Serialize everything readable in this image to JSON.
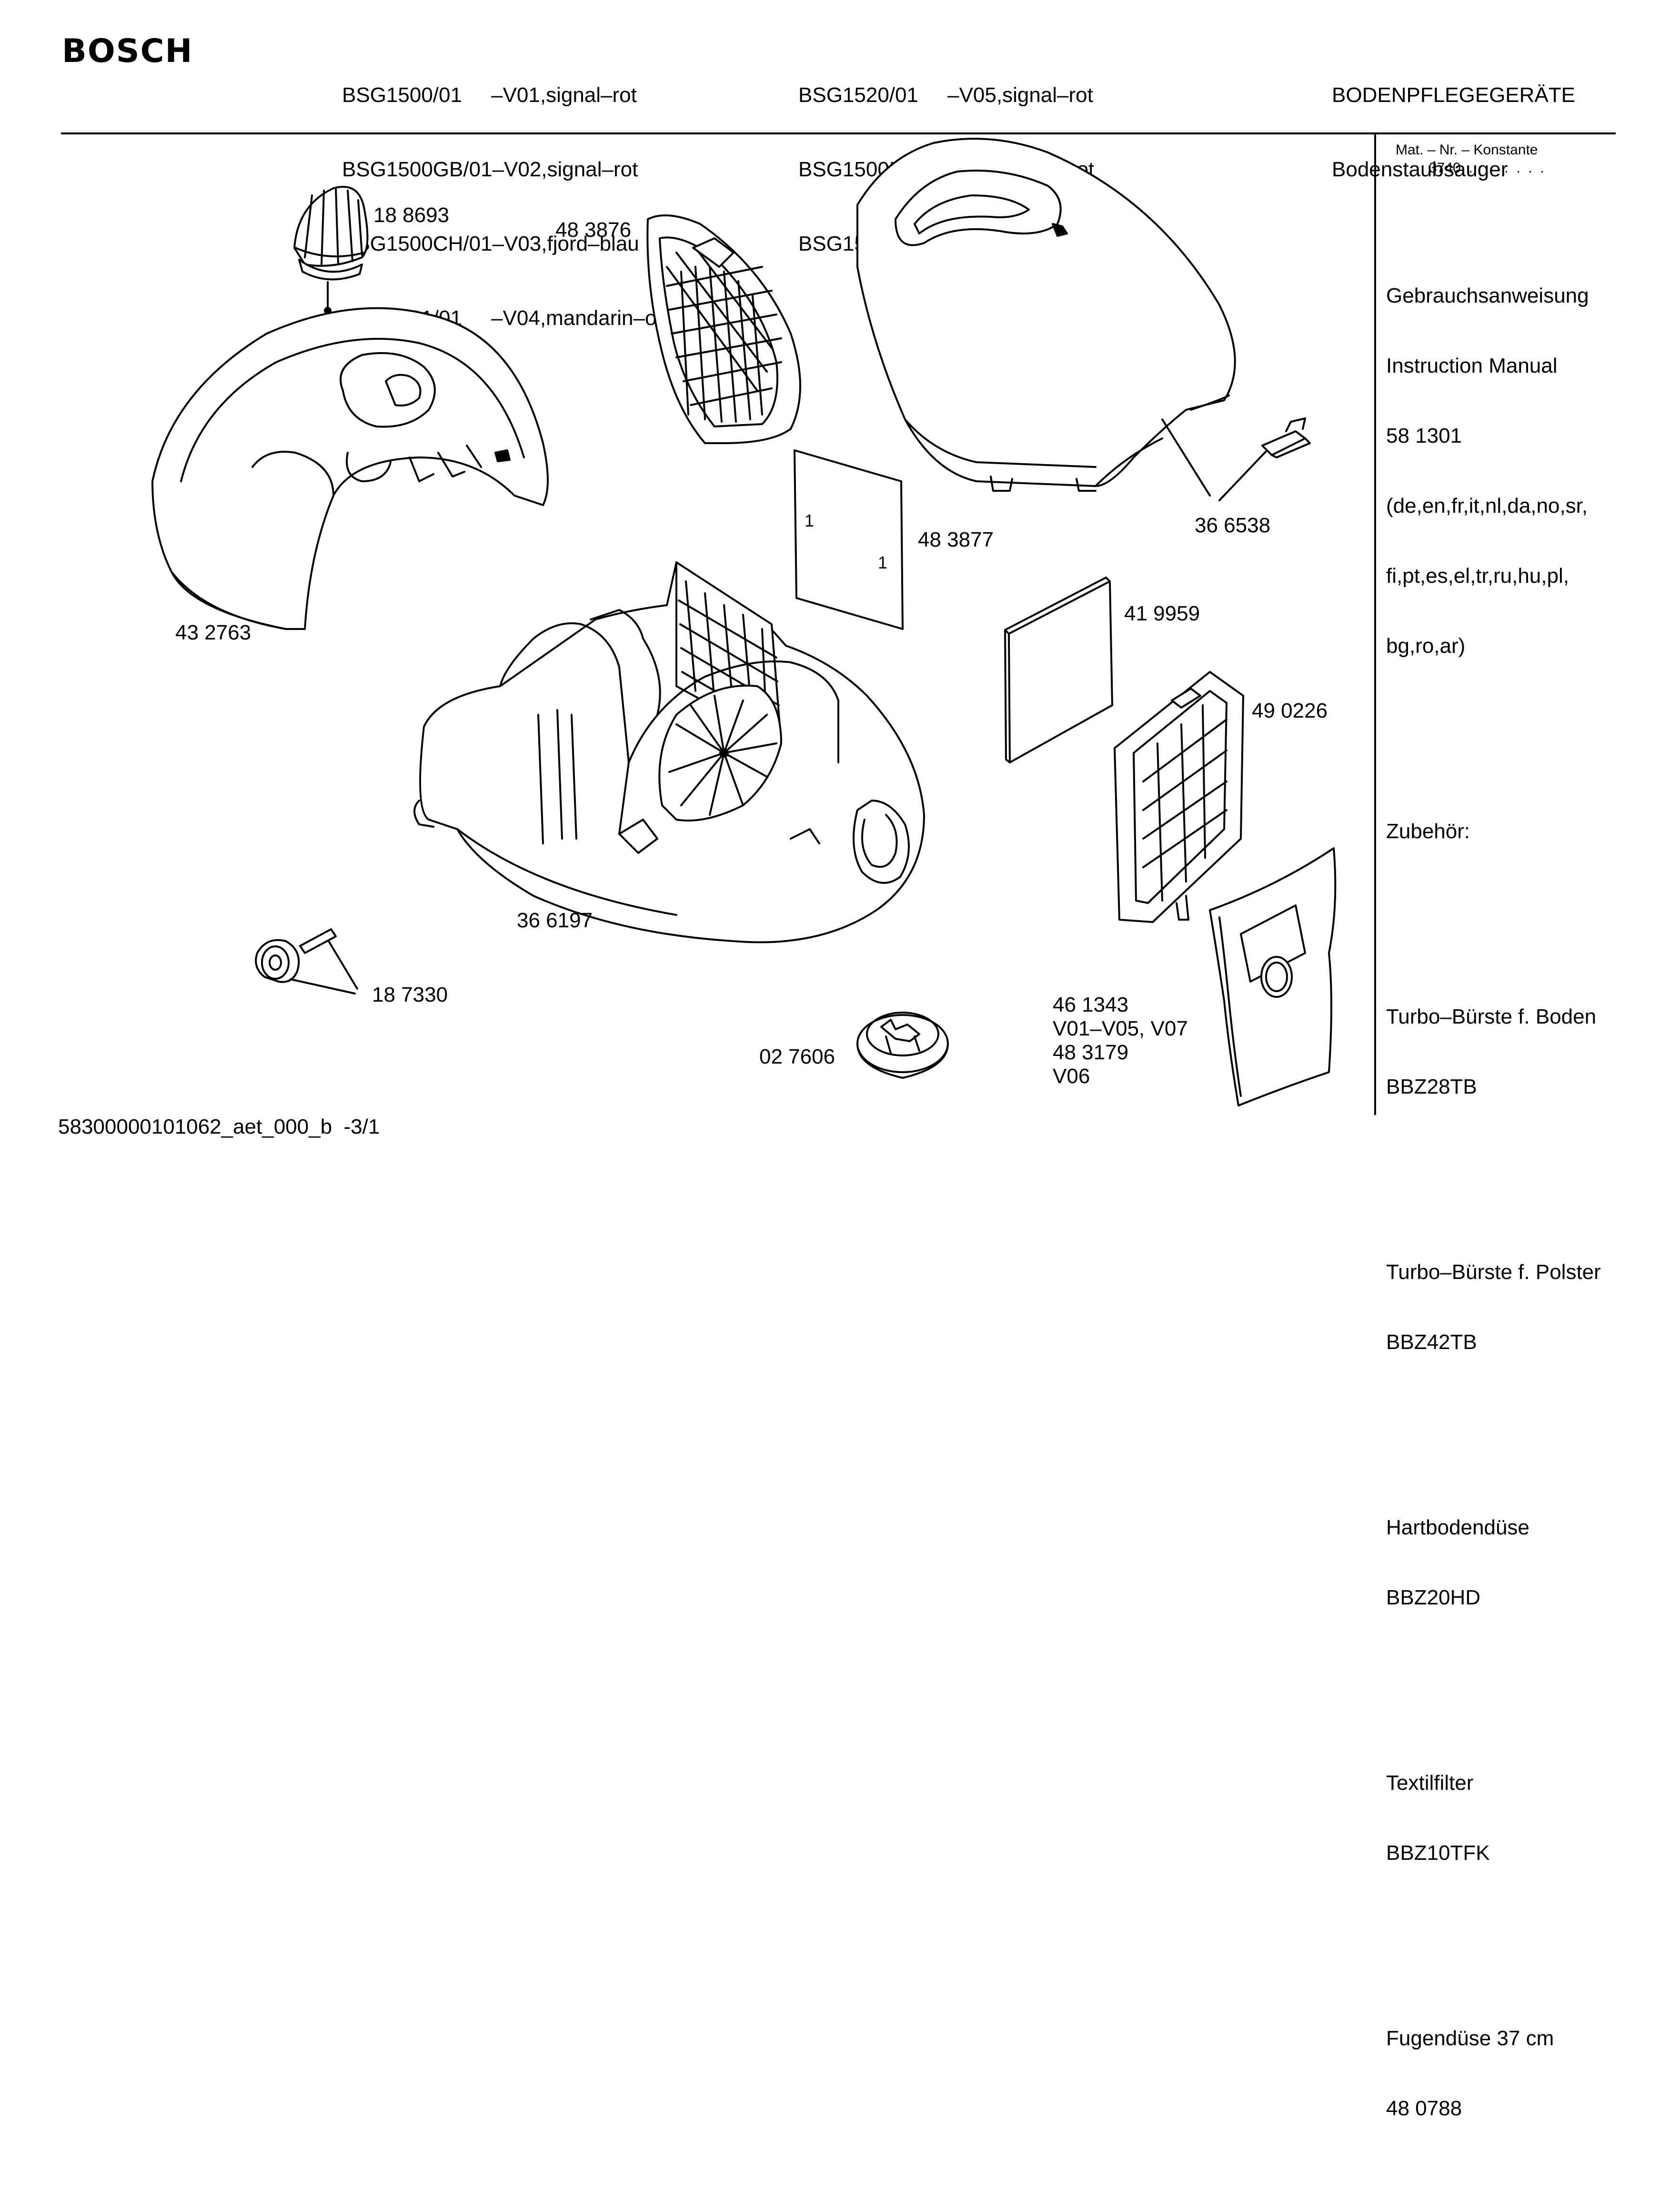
{
  "header": {
    "brand": "BOSCH",
    "models_col1": [
      "BSG1500/01     –V01,signal–rot",
      "BSG1500GB/01–V02,signal–rot",
      "BSG1500CH/01–V03,fjord–blau",
      "BSG1501/01     –V04,mandarin–orange"
    ],
    "models_col2": [
      "BSG1520/01     –V05,signal–rot",
      "BSG1500RU/01–V06,signal–rot",
      "BSG1570/01     –V07,signal–rot"
    ],
    "category": "BODENPFLEGEGERÄTE",
    "subcategory": "Bodenstaubsauger"
  },
  "part_labels": {
    "p188693": "18 8693",
    "p483876": "48 3876",
    "p432763": "43 2763",
    "p483877": "48 3877",
    "p366538": "36 6538",
    "p419959": "41 9959",
    "p490226": "49 0226",
    "p366197": "36 6197",
    "p187330": "18 7330",
    "p027606": "02 7606",
    "bag_line1": "46 1343",
    "bag_line2": "V01–V05, V07",
    "bag_line3": "48 3179",
    "bag_line4": "V06",
    "filter_mark1": "1",
    "filter_mark2": "1"
  },
  "sidebar": {
    "mat_nr_label": "Mat. – Nr. – Konstante",
    "mat_nr_value": "3740  .   .    .  .  .  .",
    "manual": [
      "Gebrauchsanweisung",
      "Instruction Manual",
      "58 1301",
      "(de,en,fr,it,nl,da,no,sr,",
      "fi,pt,es,el,tr,ru,hu,pl,",
      "bg,ro,ar)"
    ],
    "accessories_heading": "Zubehör:",
    "accessories": [
      [
        "Turbo–Bürste f. Boden",
        "BBZ28TB"
      ],
      [
        "Turbo–Bürste f. Polster",
        "BBZ42TB"
      ],
      [
        "Hartbodendüse",
        "BBZ20HD"
      ],
      [
        "Textilfilter",
        "BBZ10TFK"
      ],
      [
        "Fugendüse 37 cm",
        "48 0788"
      ]
    ]
  },
  "footer": {
    "doc_id": "58300000101062_aet_000_b  -3/1"
  }
}
